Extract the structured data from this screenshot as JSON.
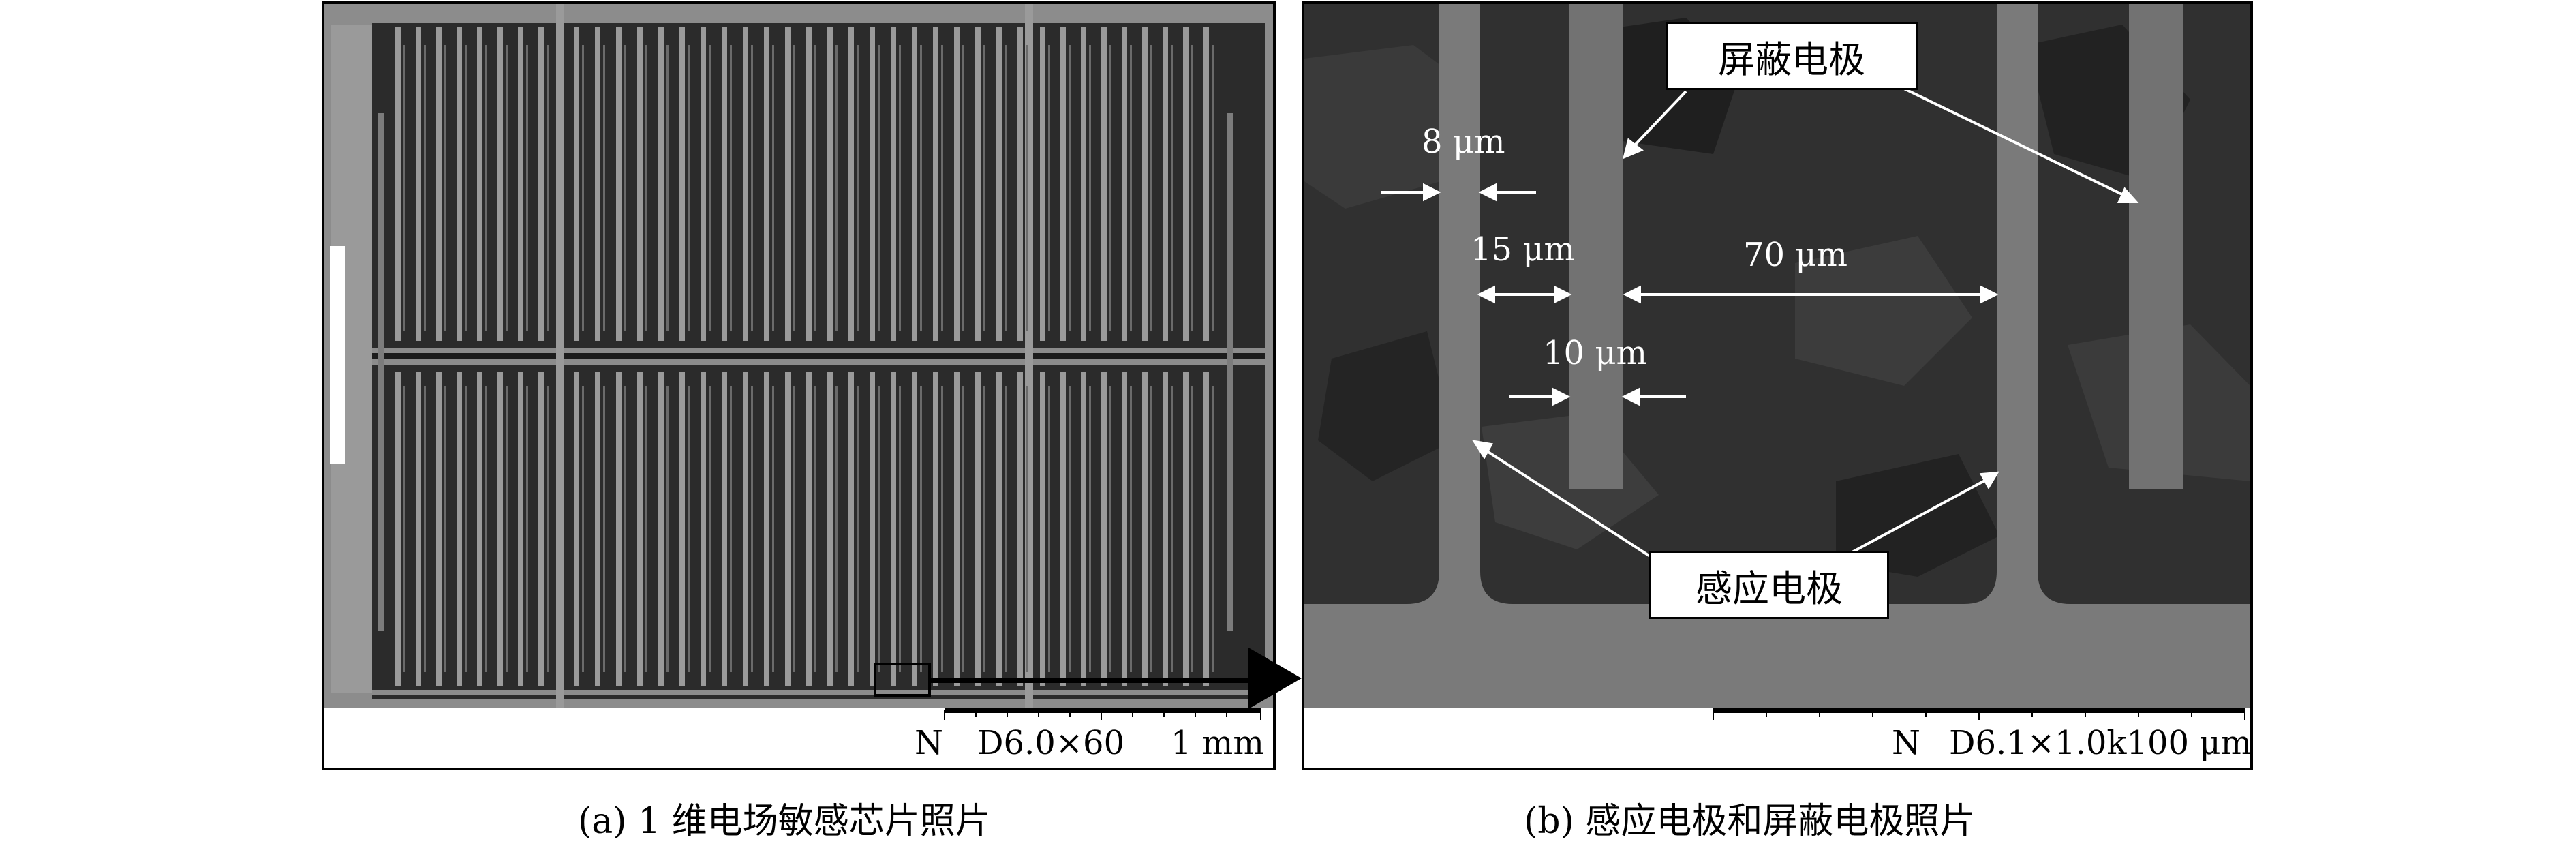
{
  "panel_a": {
    "scale_prefix": "N",
    "scale_info": "D6.0×60",
    "scale_value": "1 mm",
    "caption": "(a) 1 维电场敏感芯片照片"
  },
  "panel_b": {
    "label_shield": "屏蔽电极",
    "label_sense": "感应电极",
    "dim_8": "8 μm",
    "dim_15": "15 μm",
    "dim_70": "70 μm",
    "dim_10": "10 μm",
    "scale_prefix": "N",
    "scale_info": "D6.1×1.0k100 μm",
    "caption": "(b) 感应电极和屏蔽电极照片"
  },
  "colors": {
    "frame": "#000000",
    "chip_dark": "#2b2b2b",
    "chip_light": "#8c8c8c",
    "electrode": "#7a7a7a",
    "background_dark": "#303030",
    "annotation": "#ffffff"
  }
}
